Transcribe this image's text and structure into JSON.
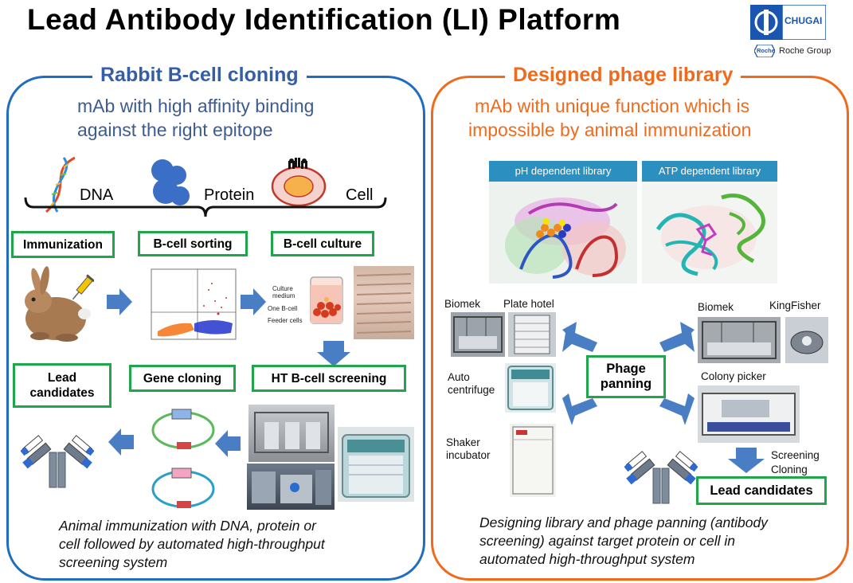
{
  "title": "Lead Antibody Identification (LI) Platform",
  "logo": {
    "name": "CHUGAI",
    "roche": "Roche",
    "group": "Roche Group",
    "brand_color": "#1a56b0"
  },
  "left": {
    "title": "Rabbit B-cell cloning",
    "subtitle_line1": "mAb with high affinity binding",
    "subtitle_line2": "against the right epitope",
    "antigens": [
      "DNA",
      "Protein",
      "Cell"
    ],
    "steps": {
      "immunization": "Immunization",
      "sorting": "B-cell sorting",
      "culture": "B-cell culture",
      "screening": "HT B-cell screening",
      "cloning": "Gene cloning",
      "lead_line1": "Lead",
      "lead_line2": "candidates"
    },
    "culture_labels": [
      "Culture",
      "medium",
      "One B-cell",
      "Feeder cells"
    ],
    "caption_line1": "Animal immunization with DNA, protein or",
    "caption_line2": "cell followed by automated high-throughput",
    "caption_line3": "screening system",
    "color": "#1f6dbf"
  },
  "right": {
    "title": "Designed phage library",
    "subtitle_line1": "mAb with unique function which is",
    "subtitle_line2": "impossible by animal immunization",
    "library1": "pH dependent library",
    "library2": "ATP dependent library",
    "equipment": {
      "biomek_left": "Biomek",
      "plate_hotel": "Plate hotel",
      "auto_centrifuge_1": "Auto",
      "auto_centrifuge_2": "centrifuge",
      "shaker_1": "Shaker",
      "incubator": "incubator",
      "biomek_right": "Biomek",
      "kingfisher": "KingFisher",
      "colony_picker": "Colony picker"
    },
    "phage_line1": "Phage",
    "phage_line2": "panning",
    "screening": "Screening",
    "cloning": "Cloning",
    "lead": "Lead candidates",
    "caption_line1": "Designing library and phage panning (antibody",
    "caption_line2": "screening) against target protein or cell in",
    "caption_line3": "automated high-throughput system",
    "color": "#f06a1c"
  }
}
